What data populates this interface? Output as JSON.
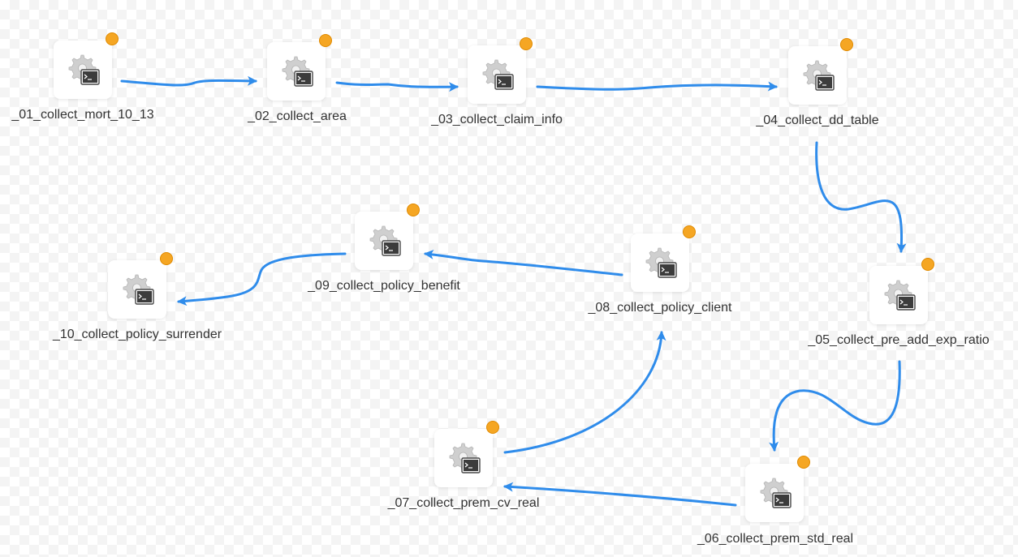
{
  "theme": {
    "edge_color": "#2f8ceb",
    "status_color": "#f5a623",
    "label_color": "#333333"
  },
  "nodes": [
    {
      "id": "n01",
      "label": "_01_collect_mort_10_13",
      "icon": "script-gear-icon"
    },
    {
      "id": "n02",
      "label": "_02_collect_area",
      "icon": "script-gear-icon"
    },
    {
      "id": "n03",
      "label": "_03_collect_claim_info",
      "icon": "script-gear-icon"
    },
    {
      "id": "n04",
      "label": "_04_collect_dd_table",
      "icon": "script-gear-icon"
    },
    {
      "id": "n05",
      "label": "_05_collect_pre_add_exp_ratio",
      "icon": "script-gear-icon"
    },
    {
      "id": "n06",
      "label": "_06_collect_prem_std_real",
      "icon": "script-gear-icon"
    },
    {
      "id": "n07",
      "label": "_07_collect_prem_cv_real",
      "icon": "script-gear-icon"
    },
    {
      "id": "n08",
      "label": "_08_collect_policy_client",
      "icon": "script-gear-icon"
    },
    {
      "id": "n09",
      "label": "_09_collect_policy_benefit",
      "icon": "script-gear-icon"
    },
    {
      "id": "n10",
      "label": "_10_collect_policy_surrender",
      "icon": "script-gear-icon"
    }
  ],
  "edges": [
    {
      "from": "n01",
      "to": "n02"
    },
    {
      "from": "n02",
      "to": "n03"
    },
    {
      "from": "n03",
      "to": "n04"
    },
    {
      "from": "n04",
      "to": "n05"
    },
    {
      "from": "n05",
      "to": "n06"
    },
    {
      "from": "n06",
      "to": "n07"
    },
    {
      "from": "n07",
      "to": "n08"
    },
    {
      "from": "n08",
      "to": "n09"
    },
    {
      "from": "n09",
      "to": "n10"
    }
  ]
}
